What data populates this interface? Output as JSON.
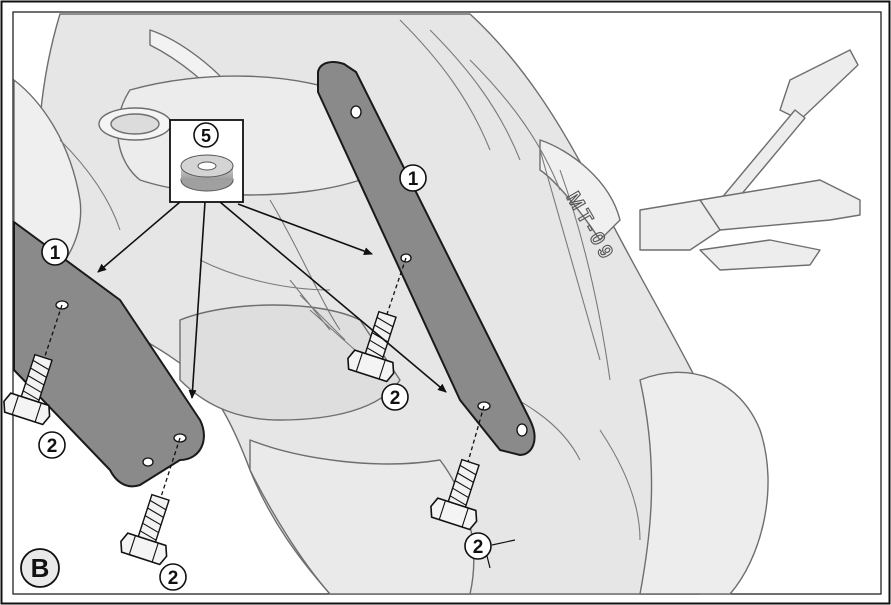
{
  "figure": {
    "panel_letter": "B",
    "model_badge": "MT-09"
  },
  "callouts": [
    {
      "label": "1",
      "part": "bracket"
    },
    {
      "label": "1",
      "part": "bracket"
    },
    {
      "label": "2",
      "part": "bolt"
    },
    {
      "label": "2",
      "part": "bolt"
    },
    {
      "label": "2",
      "part": "bolt"
    },
    {
      "label": "2",
      "part": "bolt"
    },
    {
      "label": "5",
      "part": "spacer"
    }
  ],
  "colors": {
    "bracket_fill": "#8a8a8a",
    "bracket_stroke": "#1a1a1a",
    "bike_fill": "#e6e6e6",
    "bike_stroke": "#6e6e6e",
    "badge_fill": "#e9e9e9",
    "text": "#111111"
  }
}
